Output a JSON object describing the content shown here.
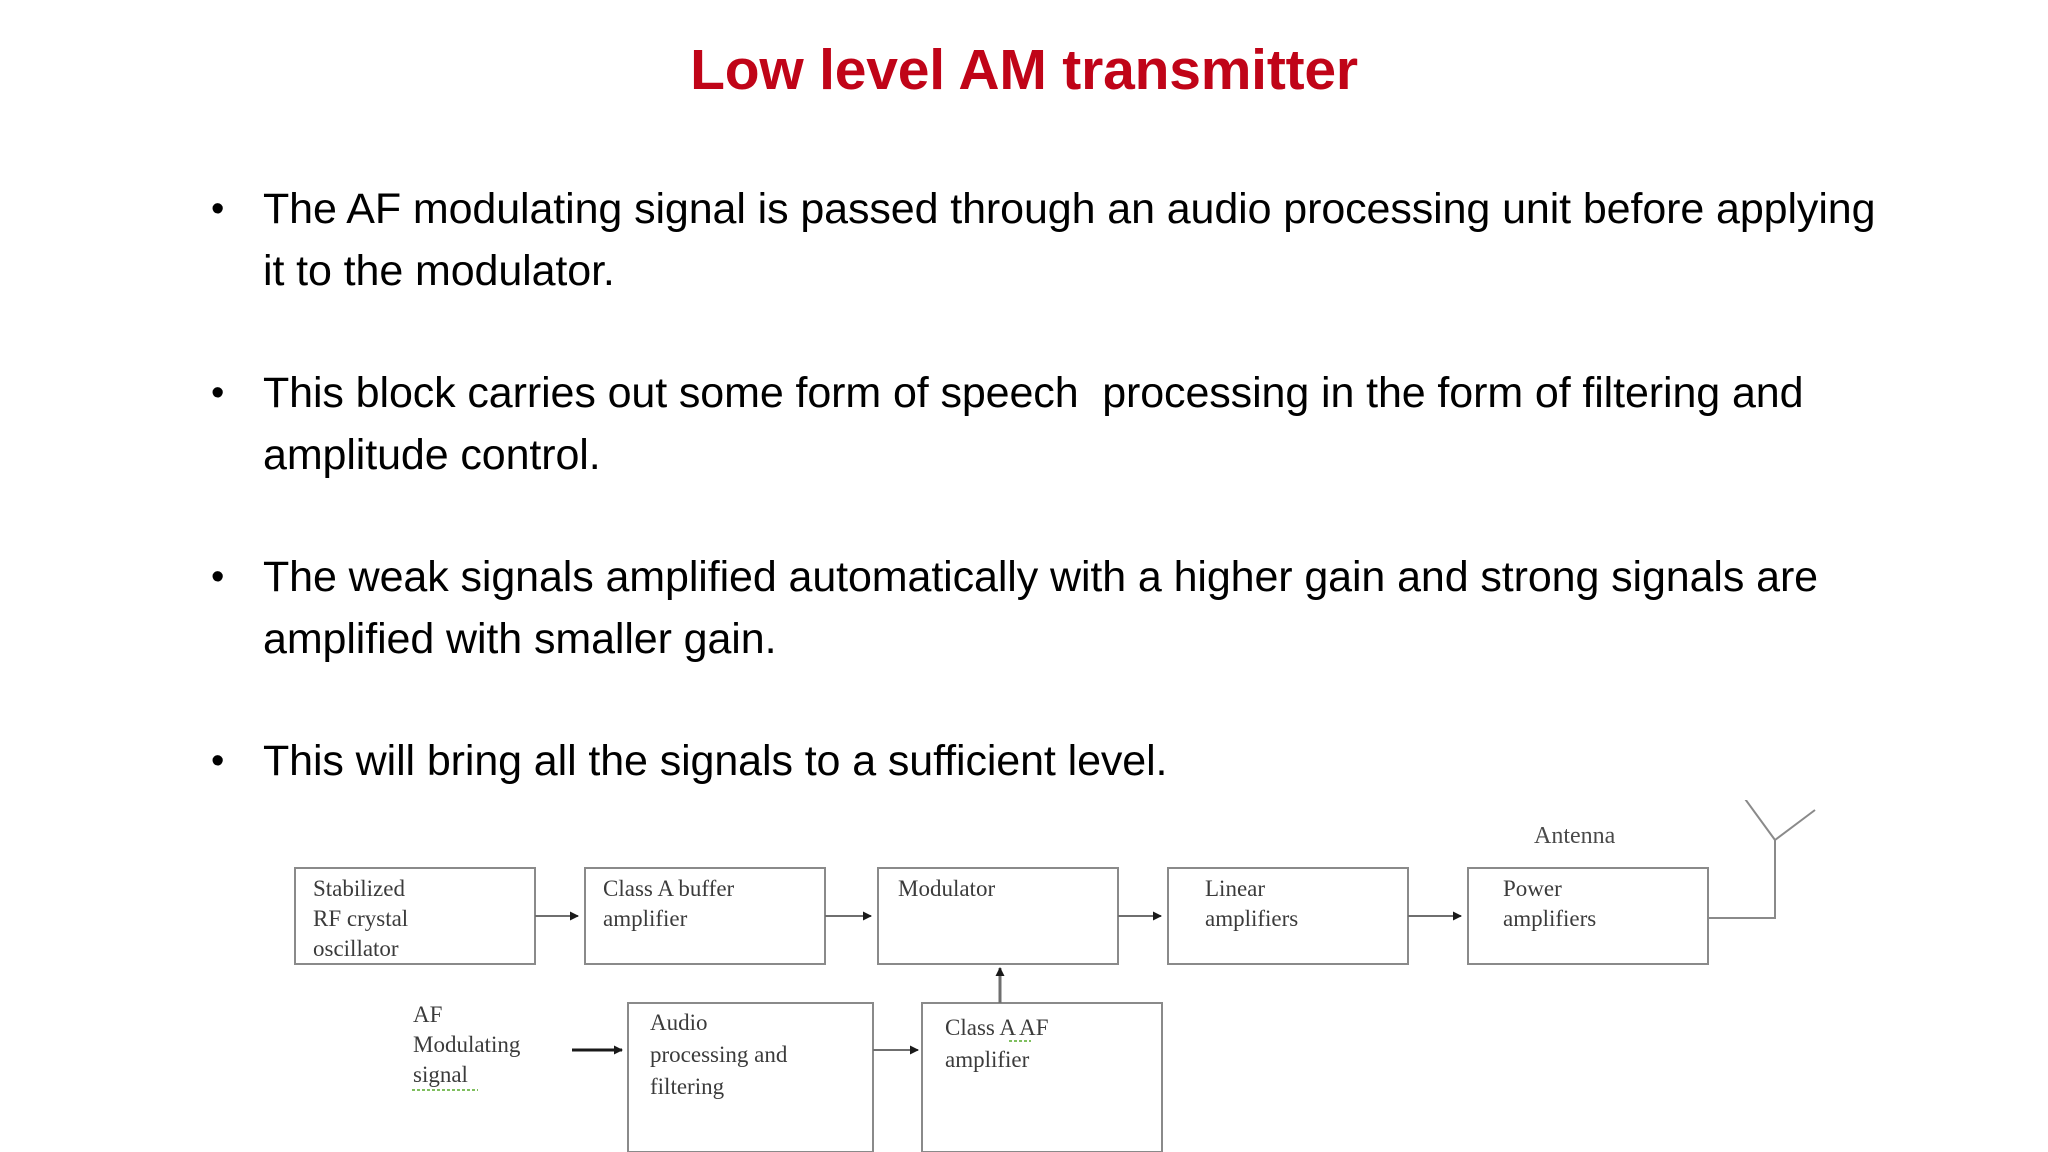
{
  "slide": {
    "title": "Low level AM transmitter",
    "title_color": "#C00418",
    "background_color": "#FFFFFF",
    "body_text_color": "#000000"
  },
  "bullets": {
    "marker": "•",
    "items": [
      "The AF modulating signal is passed through an audio processing unit before applying it to the modulator.",
      "This block carries out some form of speech  processing in the form of filtering and amplitude control.",
      "The weak signals amplified automatically with a higher gain and strong signals are amplified with smaller gain.",
      "This will bring all the signals to a sufficient level."
    ]
  },
  "diagram": {
    "line_color": "#8a8a8a",
    "text_color": "#3b3b3b",
    "top_row": [
      {
        "id": "stabilized-rf-crystal-oscillator",
        "lines": [
          "Stabilized",
          "RF crystal",
          "oscillator"
        ]
      },
      {
        "id": "class-a-buffer-amplifier",
        "lines": [
          "Class A buffer",
          "amplifier"
        ]
      },
      {
        "id": "modulator",
        "lines": [
          "Modulator"
        ]
      },
      {
        "id": "linear-amplifiers",
        "lines": [
          "Linear",
          "amplifiers"
        ]
      },
      {
        "id": "power-amplifiers",
        "lines": [
          "Power",
          "amplifiers"
        ]
      }
    ],
    "bottom_row": [
      {
        "id": "audio-processing-and-filtering",
        "lines": [
          "Audio",
          "processing and",
          "filtering"
        ]
      },
      {
        "id": "class-a-af-amplifier",
        "lines": [
          "Class A AF",
          "amplifier"
        ]
      }
    ],
    "labels": {
      "antenna": "Antenna",
      "af_modulating_signal": [
        "AF",
        "Modulating",
        "signal"
      ]
    }
  }
}
